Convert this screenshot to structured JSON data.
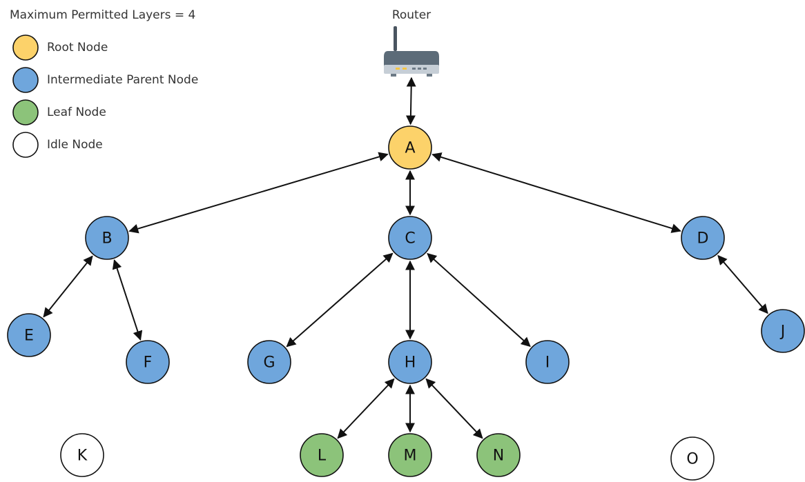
{
  "title": "Maximum Permitted Layers = 4",
  "colors": {
    "root": "#fcd26a",
    "intermediate": "#6fa6dc",
    "leaf": "#8cc37a",
    "idle": "#ffffff",
    "stroke": "#111111"
  },
  "legend": [
    {
      "type": "root",
      "label": "Root Node"
    },
    {
      "type": "intermediate",
      "label": "Intermediate Parent Node"
    },
    {
      "type": "leaf",
      "label": "Leaf Node"
    },
    {
      "type": "idle",
      "label": "Idle Node"
    }
  ],
  "router": {
    "label": "Router",
    "icon": "router-icon"
  },
  "nodes": [
    {
      "id": "A",
      "type": "root"
    },
    {
      "id": "B",
      "type": "intermediate"
    },
    {
      "id": "C",
      "type": "intermediate"
    },
    {
      "id": "D",
      "type": "intermediate"
    },
    {
      "id": "E",
      "type": "intermediate"
    },
    {
      "id": "F",
      "type": "intermediate"
    },
    {
      "id": "G",
      "type": "intermediate"
    },
    {
      "id": "H",
      "type": "intermediate"
    },
    {
      "id": "I",
      "type": "intermediate"
    },
    {
      "id": "J",
      "type": "intermediate"
    },
    {
      "id": "K",
      "type": "idle"
    },
    {
      "id": "L",
      "type": "leaf"
    },
    {
      "id": "M",
      "type": "leaf"
    },
    {
      "id": "N",
      "type": "leaf"
    },
    {
      "id": "O",
      "type": "idle"
    }
  ],
  "edges": [
    [
      "Router",
      "A"
    ],
    [
      "A",
      "B"
    ],
    [
      "A",
      "C"
    ],
    [
      "A",
      "D"
    ],
    [
      "B",
      "E"
    ],
    [
      "B",
      "F"
    ],
    [
      "C",
      "G"
    ],
    [
      "C",
      "H"
    ],
    [
      "C",
      "I"
    ],
    [
      "D",
      "J"
    ],
    [
      "H",
      "L"
    ],
    [
      "H",
      "M"
    ],
    [
      "H",
      "N"
    ]
  ]
}
